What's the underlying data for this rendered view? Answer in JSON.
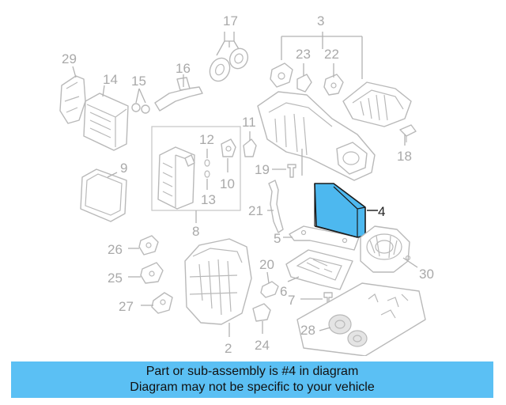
{
  "callouts": {
    "c2": "2",
    "c3": "3",
    "c4": "4",
    "c5": "5",
    "c6": "6",
    "c7": "7",
    "c8": "8",
    "c9": "9",
    "c10": "10",
    "c11": "11",
    "c12": "12",
    "c13": "13",
    "c14": "14",
    "c15": "15",
    "c16": "16",
    "c17": "17",
    "c18": "18",
    "c19": "19",
    "c20": "20",
    "c21": "21",
    "c22": "22",
    "c23": "23",
    "c24": "24",
    "c25": "25",
    "c26": "26",
    "c27": "27",
    "c28": "28",
    "c29": "29",
    "c30": "30"
  },
  "highlight": {
    "color": "#4db8ef"
  },
  "banner": {
    "line1": "Part or sub-assembly is #4 in diagram",
    "line2": "Diagram may not be specific to your vehicle",
    "color": "#5bc0f4"
  }
}
